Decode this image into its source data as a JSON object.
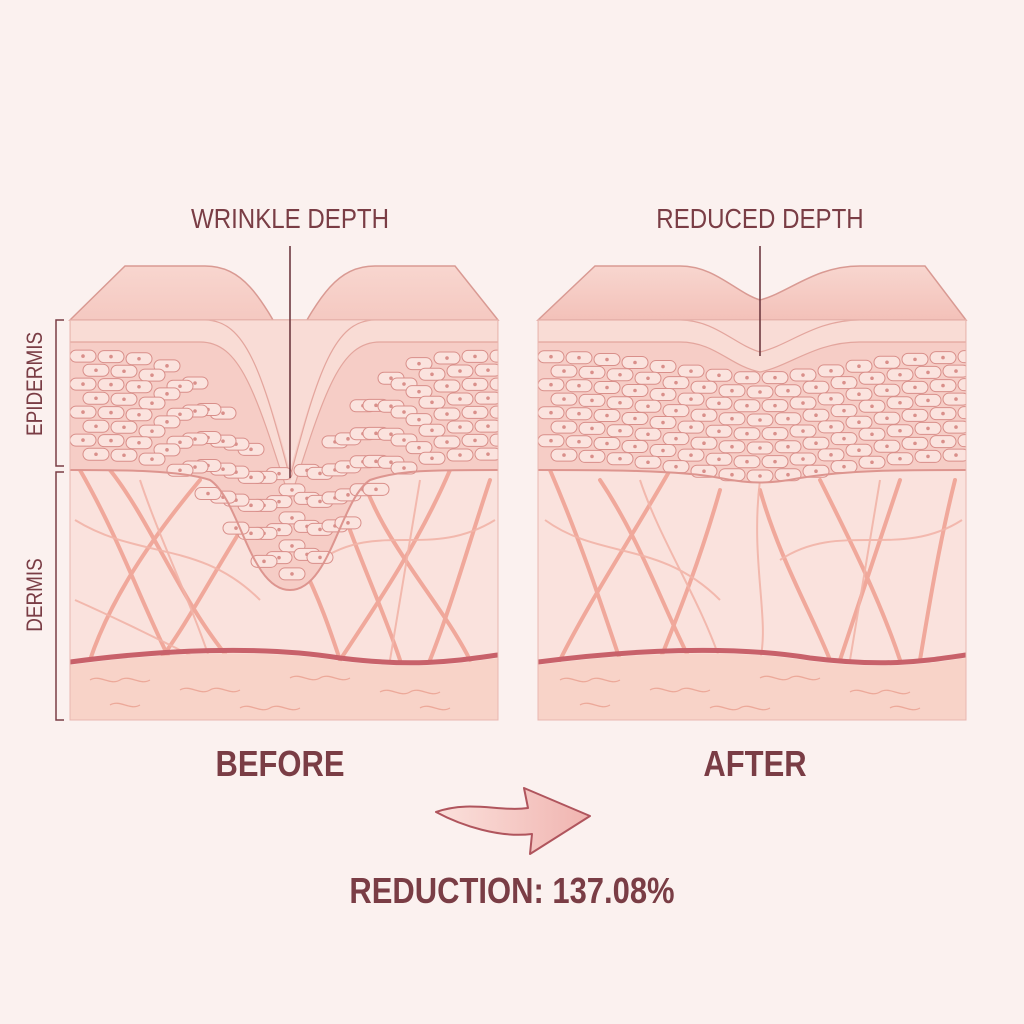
{
  "labels": {
    "wrinkle_depth": "WRINKLE DEPTH",
    "reduced_depth": "REDUCED DEPTH",
    "epidermis": "EPIDERMIS",
    "dermis": "DERMIS",
    "before": "BEFORE",
    "after": "AFTER",
    "reduction": "REDUCTION: 137.08%"
  },
  "colors": {
    "background": "#fbf1ef",
    "text": "#7a3d45",
    "skin_top": "#f5c9c2",
    "epidermis": "#f7d2cb",
    "cell_outline": "#d98f8a",
    "collagen": "#ee9f8f",
    "fat_layer": "#f8d3c8",
    "basement_line": "#c8616a"
  },
  "icons": [
    "right-arrow-icon",
    "epidermis-bracket",
    "dermis-bracket"
  ]
}
